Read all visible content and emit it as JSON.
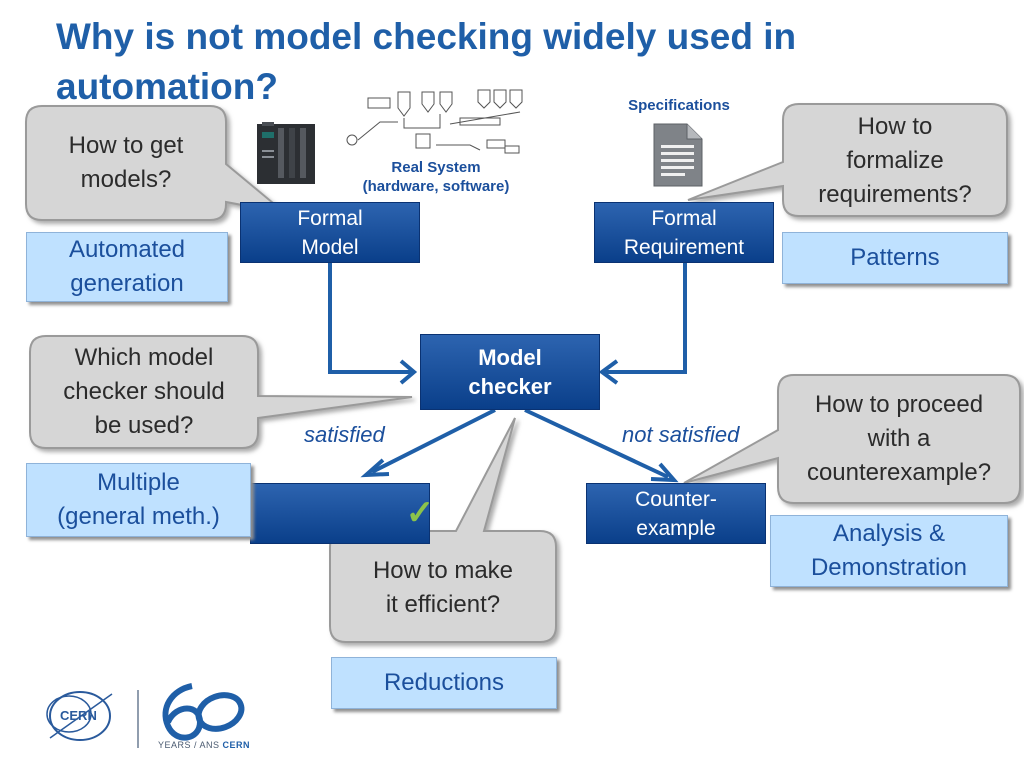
{
  "title": {
    "line1": "Why is not model checking widely used in",
    "line2": "automation?"
  },
  "real_system": {
    "line1": "Real System",
    "line2": "(hardware, software)"
  },
  "specifications_label": "Specifications",
  "boxes": {
    "formal_model": {
      "line1": "Formal",
      "line2": "Model"
    },
    "formal_requirement": {
      "line1": "Formal",
      "line2": "Requirement"
    },
    "model_checker": {
      "line1": "Model",
      "line2": "checker"
    },
    "counterexample": {
      "line1": "Counter-",
      "line2": "example"
    },
    "success_symbol": "✓"
  },
  "edge_labels": {
    "satisfied": "satisfied",
    "not_satisfied": "not satisfied"
  },
  "questions": {
    "get_models": {
      "line1": "How to get",
      "line2": "models?"
    },
    "formalize": {
      "line1": "How to",
      "line2": "formalize",
      "line3": "requirements?"
    },
    "which_checker": {
      "line1": "Which model",
      "line2": "checker should",
      "line3": "be used?"
    },
    "proceed": {
      "line1": "How to proceed",
      "line2": "with a",
      "line3": "counterexample?"
    },
    "efficient": {
      "line1": "How to make",
      "line2": "it efficient?"
    }
  },
  "answers": {
    "automated": {
      "line1": "Automated",
      "line2": "generation"
    },
    "patterns": {
      "line1": "Patterns"
    },
    "multiple": {
      "line1": "Multiple",
      "line2": "(general meth.)"
    },
    "analysis": {
      "line1": "Analysis &",
      "line2": "Demonstration"
    },
    "reductions": {
      "line1": "Reductions"
    }
  },
  "footer": {
    "cern": "CERN",
    "years": "YEARS / ANS",
    "years_brand": "CERN"
  },
  "colors": {
    "title": "#1f5fa8",
    "box": "#0a3f8a",
    "answer_bg": "#bfe1ff",
    "bubble_bg": "#d6d6d6",
    "check": "#8bc34a"
  }
}
